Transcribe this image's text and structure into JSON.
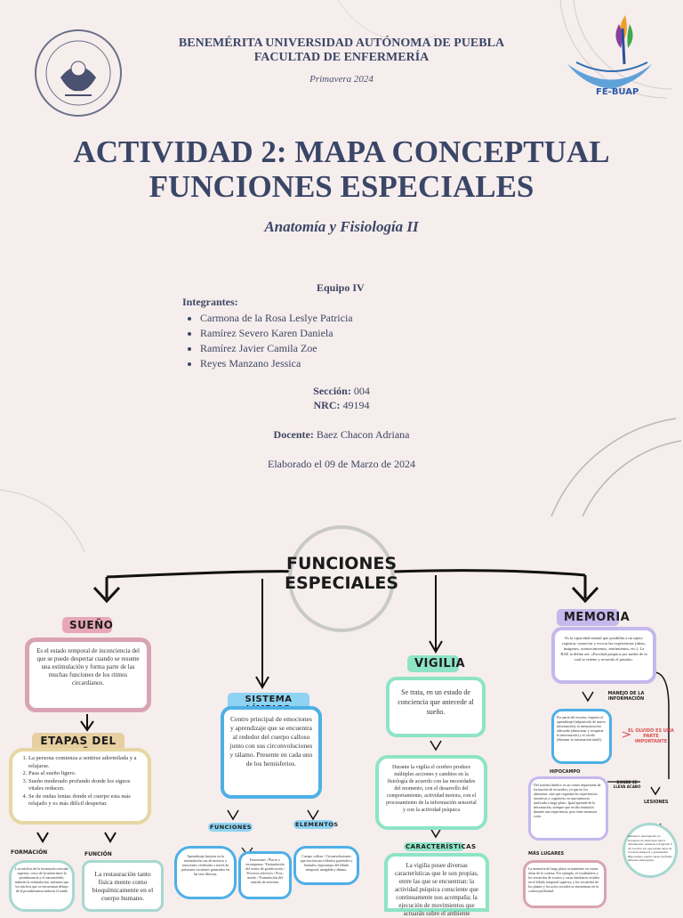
{
  "header": {
    "university": "BENEMÉRITA UNIVERSIDAD AUTÓNOMA DE PUEBLA",
    "faculty": "FACULTAD DE ENFERMERÍA",
    "term": "Primavera 2024",
    "fe_logo": "FE-BUAP"
  },
  "title": {
    "line1": "ACTIVIDAD 2: MAPA CONCEPTUAL",
    "line2": "FUNCIONES ESPECIALES",
    "subject": "Anatomía y Fisiología II"
  },
  "team": {
    "name": "Equipo IV",
    "members_label": "Integrantes:",
    "members": [
      "Carmona de la Rosa Leslye Patricia",
      "Ramírez Severo Karen Daniela",
      "Ramírez Javier Camila Zoe",
      "Reyes Manzano Jessica"
    ],
    "section_label": "Sección:",
    "section": "004",
    "nrc_label": "NRC:",
    "nrc": "49194",
    "teacher_label": "Docente:",
    "teacher": "Baez Chacon Adriana",
    "date": "Elaborado el 09 de Marzo de 2024"
  },
  "map": {
    "center": {
      "line1": "FUNCIONES",
      "line2": "ESPECIALES"
    },
    "sueno": {
      "label": "SUEÑO",
      "text": "Es el estado temporal de inconciencia del que se puede despertar cuando se resume una estimulación y forma parte de las muchas funciones de los ritmos circardianos.",
      "etapas_label": "ETAPAS DEL SUEÑO",
      "etapas": [
        "La persona comienza a sentirse adormilada y a relajarse.",
        "Pasa al sueño ligero.",
        "Sueño moderado profundo donde los signos vitales reducen.",
        "Se de ondas lentas donde el cuerpo esta más relajado y es más difícil despertar."
      ],
      "formacion_label": "FORMACIÓN",
      "formacion_text": "Los núcleos de la formación reticular superior, cerca de la unión entre la protuberancia y el mesencéfalo, inducen la estimulación, mientras que los núcleos que se encuentran debajo de la protuberancia inducen el sueño",
      "funcion_label": "FUNCIÓN",
      "funcion_text": "La restauración tanto física mente como bioquímicamente en el cuerpo humano."
    },
    "limbico": {
      "label": "SISTEMA LÍMBICO",
      "text": "Centro principal de emociones y aprendizaje que se encuentra al rededor del cuerpo calloso junto con sus circonvoluciones y tálamo. Presente en cada uno de los hemisferios.",
      "funciones_label": "FUNCIONES",
      "elementos_label": "ELEMENTOS",
      "funciones_text": "Aprendizaje (mejora en la estimulación sus de motivos y emociones cerebrales a través de pulsiones circulares generados en las vías fibrosas.",
      "funciones_text2": "Emociones / Placer y recompensa / Estimulación del centro de gratificación / Procesos afectivos / Prox. miedo / Formulación del sentido de aversión.",
      "elementos_text": "Cuerpo calloso / Circunvoluciones que involucran a lóbulos parietales y frontales, hipocampo del lóbulo temporal, amígdala y tálamo."
    },
    "vigilia": {
      "label": "VIGILIA",
      "text": "Se trata, en un estado de conciencia que antecede al sueño.",
      "text2": "Durante la vigilia el cerebro produce múltiples acciones y cambios en la fisiología de acuerdo con las necesidades del momento, con el desarrollo del comportamiento, actividad motora, con el procesamiento de la información sensorial y con la actividad psíquica",
      "caract_label": "CARACTERÍSTICAS",
      "caract_text": "La vigilia posee diversas características que le son propias, entre las que se encuentran: la actividad psíquica consciente que continuamente nos acompaña; la ejecución de movimientos que actuarán sobre el ambiente"
    },
    "memoria": {
      "label": "MEMORIA",
      "text": "Es la capacidad mental que posibilita a un sujeto registrar, conservar y evocar las experiencias (ideas, imágenes, acontecimientos, sentimientos, etc.). La RAE la define así: «Facultad psíquica por medio de la cual se retiene y recuerda el pasado».",
      "manejo_label": "MANEJO DE LA INFORMACIÓN",
      "manejo_text": "Por parte del escritor, requiere el aprendizaje (adquisición de nueva información), la memorización adecuada (almacenar y recuperar la información) y el olvido (eliminar la información inútil).",
      "olvido_note": "EL OLVIDO ES UNA PARTE IMPORTANTE",
      "hipocampo_label": "HIPOCAMPO",
      "hipocampo_text": "Del sistema límbico es un centro importante de formación de recuerdos; ya que no los almacena, sino que organiza las experiencias sensitivas y cognitivas en una memoria unificada a largo plazo. Igual aprende de la información, siempre que reciba estímulos durante una experiencia, pero tiene memoria corta.",
      "donde_label": "DONDE SE LLEVA ACABO",
      "lesiones_label": "LESIONES",
      "lesiones_text": "Amnésica anterógrada: no incapaces de almacenar nueva información. Amnesia retrógrada: 6 de recordar eso que sabían antes de la lesión temporal o permanente. Hipocampo: puede causar profunda amnesia anterógrada.",
      "lugares_label": "MÁS LUGARES",
      "lugares_text": "La memoria de largo plazo se mantiene en varias áreas de la corteza. Por ejemplo, el vocabulario y los recuerdos de rostros y caras familiares residen en el lóbulo temporal superior, y los recuerdos de los planes y los actos sociales se encuentran en la corteza prefrontal."
    }
  }
}
